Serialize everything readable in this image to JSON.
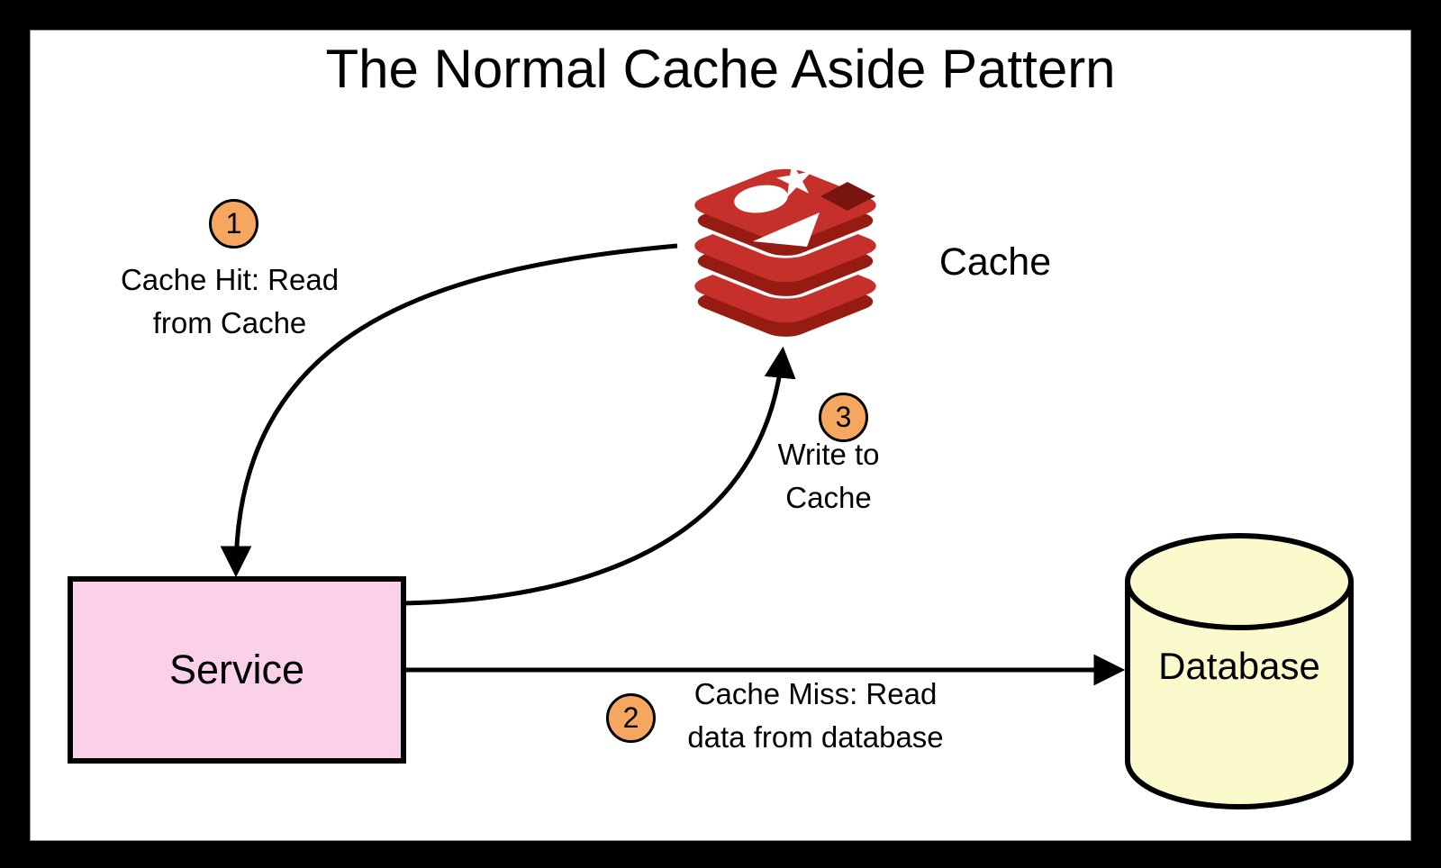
{
  "title": "The Normal Cache Aside Pattern",
  "nodes": {
    "cache": {
      "label": "Cache"
    },
    "service": {
      "label": "Service"
    },
    "database": {
      "label": "Database"
    }
  },
  "steps": {
    "1": {
      "number": "1",
      "line1": "Cache Hit: Read",
      "line2": "from Cache"
    },
    "2": {
      "number": "2",
      "line1": "Cache Miss: Read",
      "line2": "data from database"
    },
    "3": {
      "number": "3",
      "line1": "Write to",
      "line2": "Cache"
    }
  },
  "icons": {
    "cache_star_glyph": "★"
  },
  "colors": {
    "frame": "#000000",
    "canvas": "#FFFFFF",
    "step_circle_fill": "#F5A75F",
    "service_fill": "#FAD1E8",
    "database_fill": "#FAFACD",
    "redis_light": "#C6302B",
    "redis_dark": "#961B12",
    "redis_hole": "#7A1410",
    "shape_white": "#FFFFFF",
    "line": "#000000"
  }
}
